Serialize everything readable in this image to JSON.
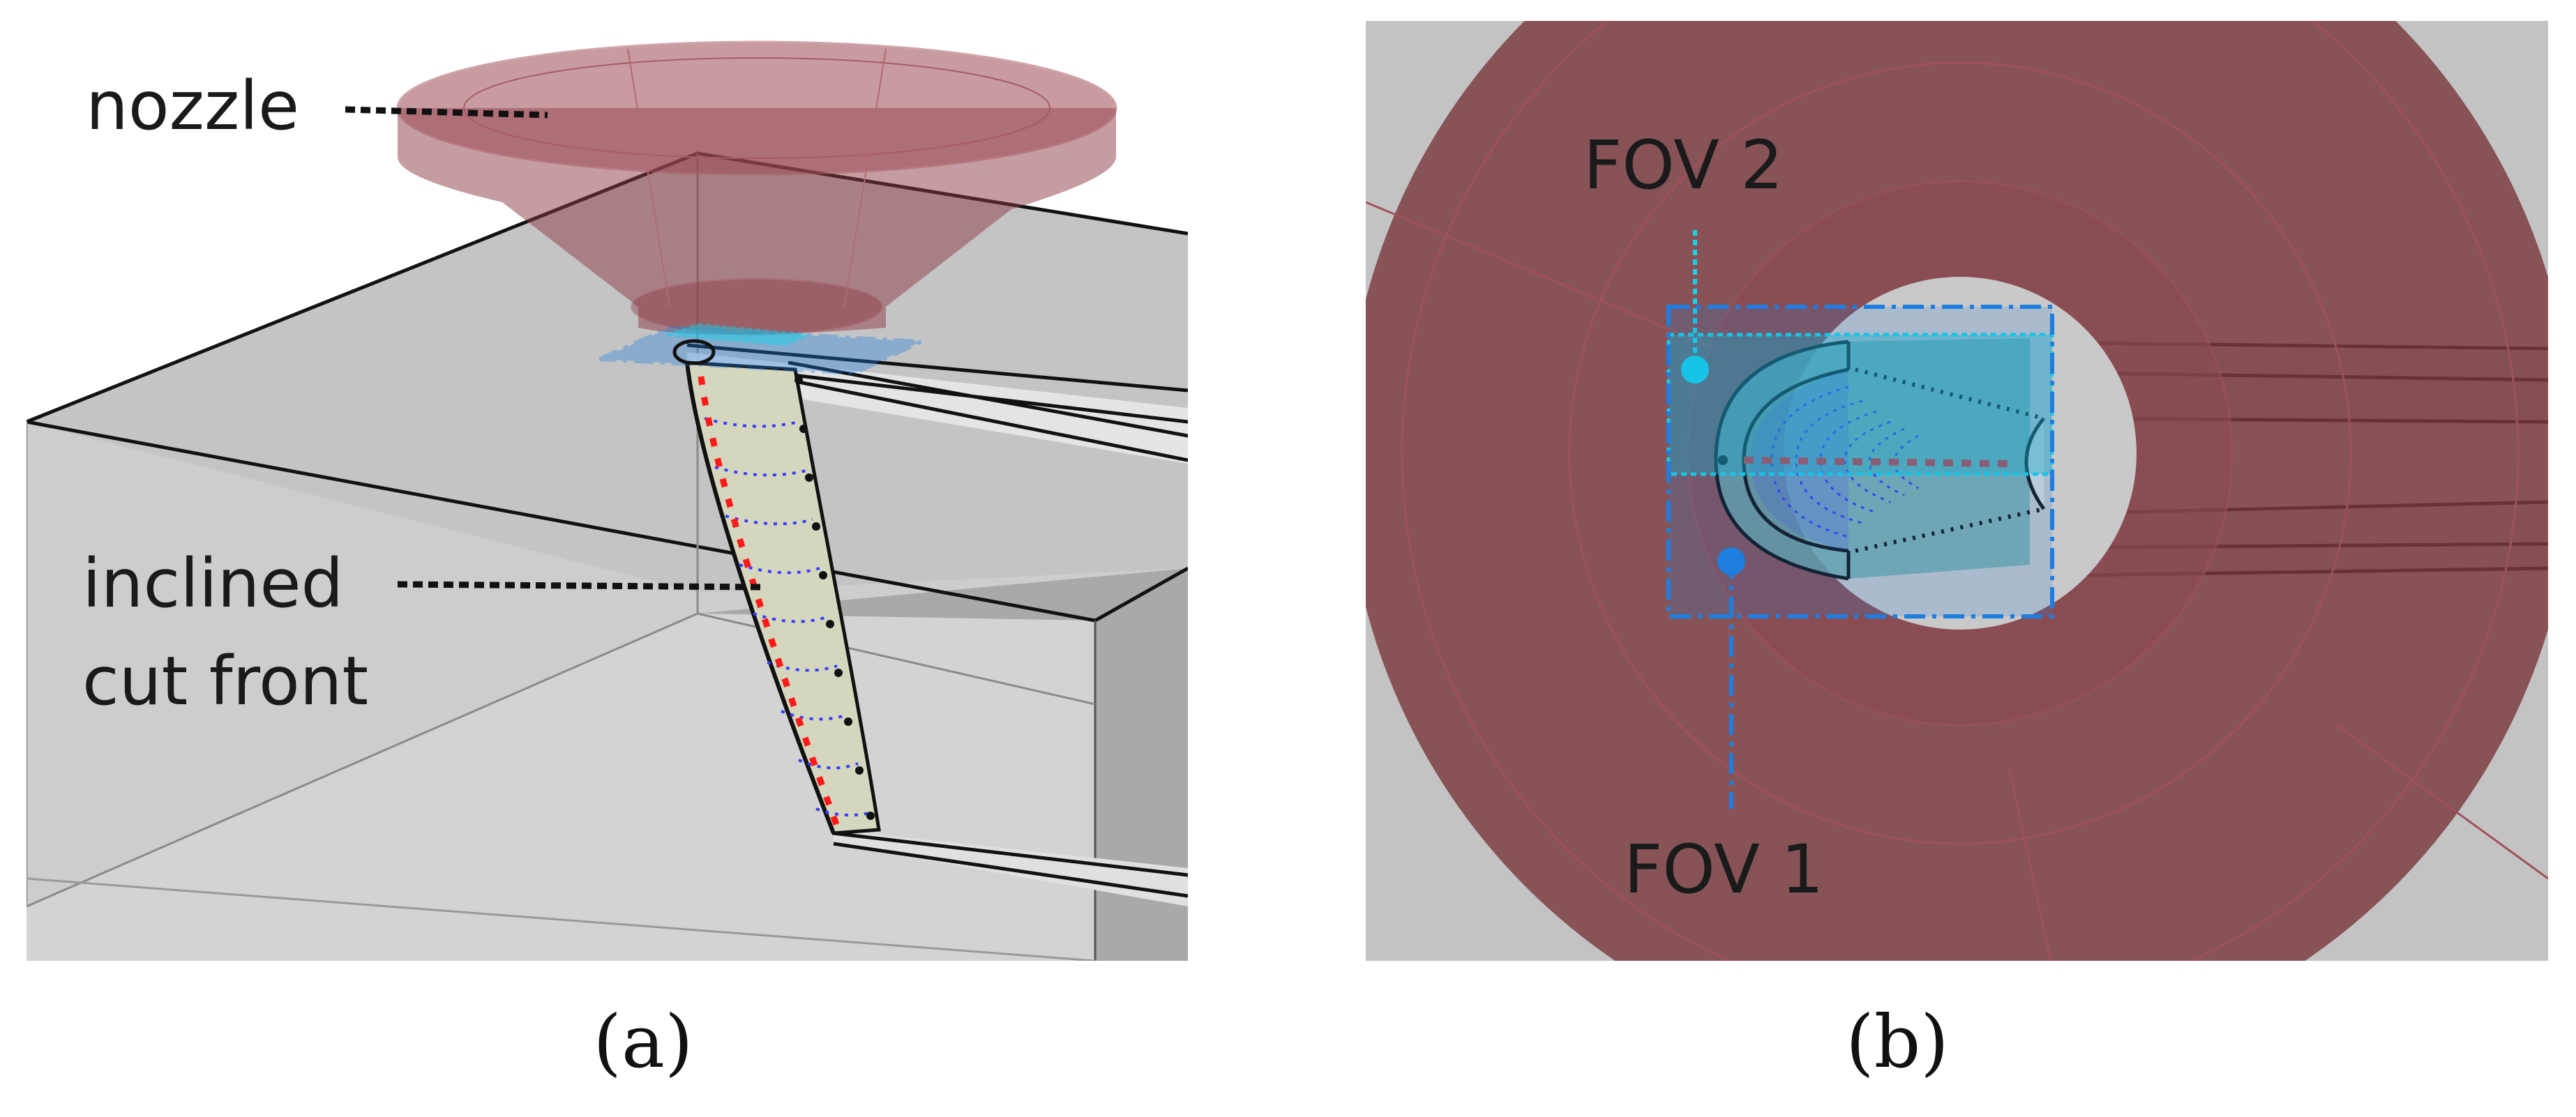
{
  "panel_a": {
    "caption": "(a)",
    "label_nozzle": "nozzle",
    "label_front_line1": "inclined",
    "label_front_line2": "cut front"
  },
  "panel_b": {
    "caption": "(b)",
    "label_fov2": "FOV 2",
    "label_fov1": "FOV 1"
  },
  "colors": {
    "nozzle": "#8b3a44",
    "workpiece": "#c9c9c9",
    "fov1": "#1e7ee0",
    "fov2": "#16d2e8",
    "cut_marker": "#ff1a1a",
    "isolines": "#3a3aff"
  }
}
